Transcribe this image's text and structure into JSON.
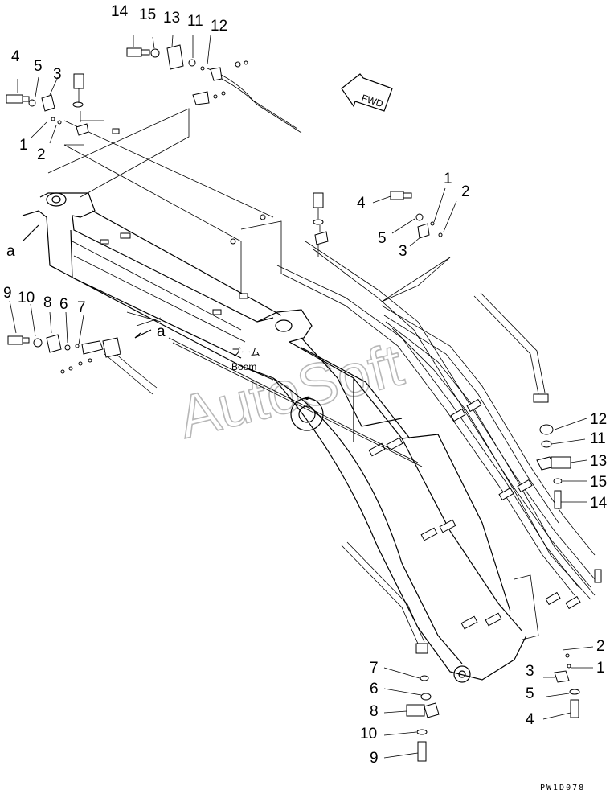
{
  "watermark": "AutoSoft",
  "direction_label": "FWD",
  "boom_label_jp": "ブーム",
  "boom_label_en": "Boom",
  "view_marker": "a",
  "drawing_code": "PW1D078",
  "callouts": {
    "top": [
      "14",
      "15",
      "13",
      "11",
      "12"
    ],
    "upper_left": [
      "4",
      "5",
      "3",
      "1",
      "2"
    ],
    "mid_right": [
      "1",
      "2",
      "4",
      "5",
      "3"
    ],
    "left": [
      "9",
      "10",
      "8",
      "6",
      "7"
    ],
    "right_stack": [
      "12",
      "11",
      "13",
      "15",
      "14"
    ],
    "bottom_right": [
      "2",
      "3",
      "1",
      "5",
      "4"
    ],
    "bottom_center": [
      "7",
      "6",
      "8",
      "10",
      "9"
    ]
  }
}
